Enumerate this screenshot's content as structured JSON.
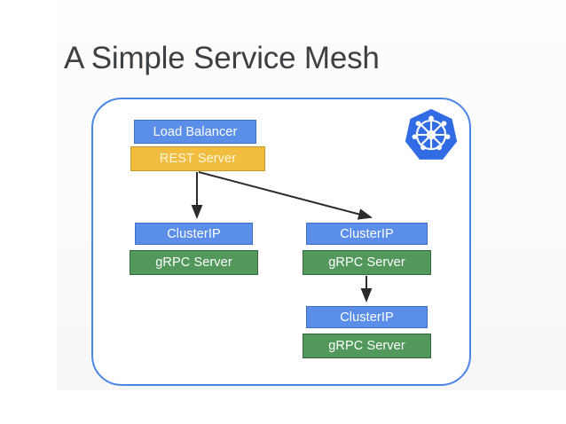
{
  "slide": {
    "title": "A Simple Service Mesh",
    "title_color": "#3c4043",
    "background_color": "#fbfbfb"
  },
  "cluster": {
    "boundary_name": "kubernetes-cluster-boundary",
    "boundary_color": "#4a86e8",
    "logo": {
      "name": "kubernetes-logo",
      "hexagon_color": "#326ce5",
      "helm_color": "#ffffff"
    }
  },
  "colors": {
    "blue": "#5b8ee8",
    "green": "#52985c",
    "orange": "#f0bd3e",
    "arrow": "#2b2b2b"
  },
  "nodes": {
    "entry": {
      "service_label": "Load Balancer",
      "workload_label": "REST Server"
    },
    "left_backend": {
      "service_label": "ClusterIP",
      "workload_label": "gRPC Server"
    },
    "right_backend": {
      "service_label": "ClusterIP",
      "workload_label": "gRPC Server"
    },
    "bottom_backend": {
      "service_label": "ClusterIP",
      "workload_label": "gRPC Server"
    }
  },
  "edges": [
    {
      "name": "rest-server-to-left-clusterip",
      "from": "REST Server",
      "to": "ClusterIP (left)"
    },
    {
      "name": "rest-server-to-right-clusterip",
      "from": "REST Server",
      "to": "ClusterIP (right)"
    },
    {
      "name": "right-grpc-to-bottom-clusterip",
      "from": "gRPC Server (right)",
      "to": "ClusterIP (bottom)"
    }
  ]
}
